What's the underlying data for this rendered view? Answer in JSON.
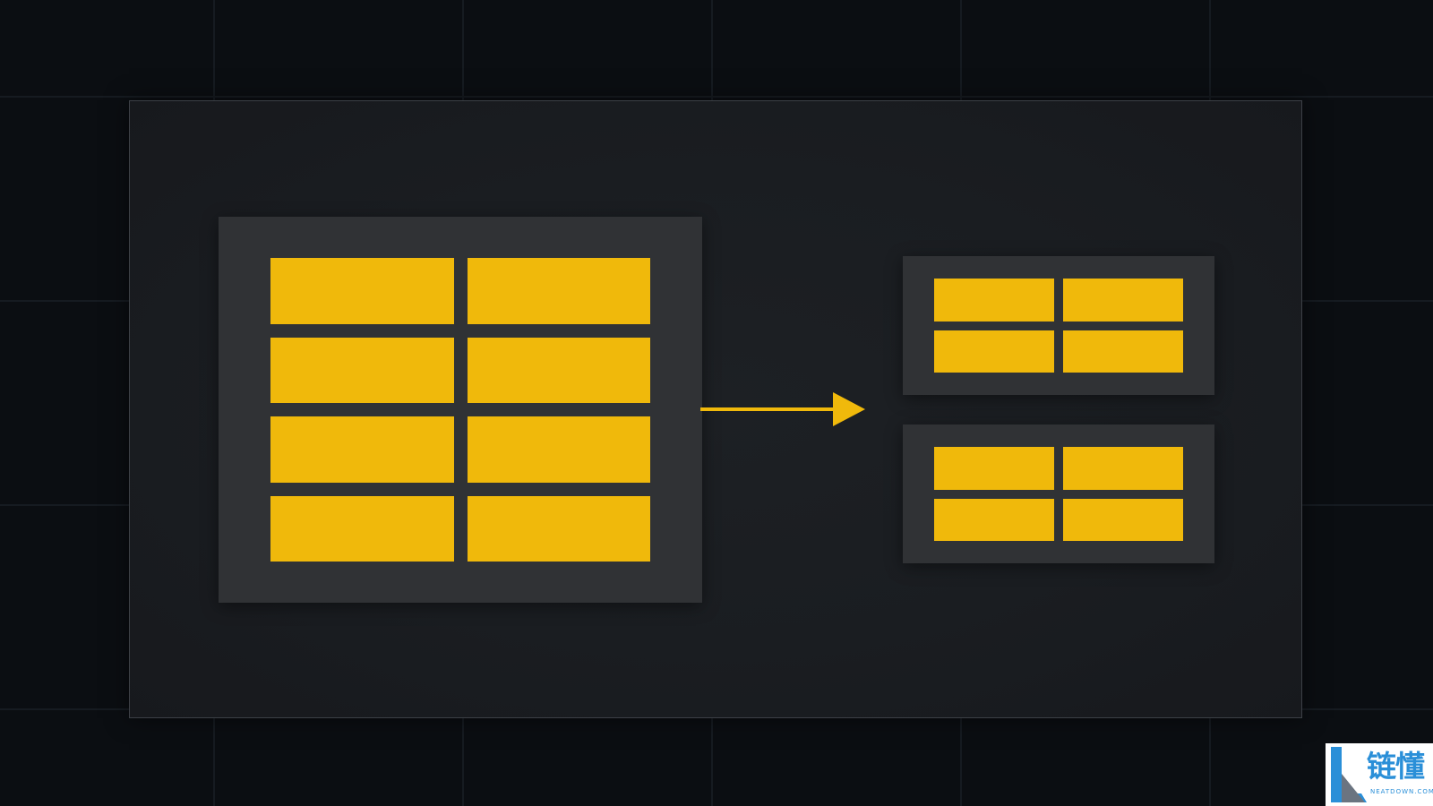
{
  "diagram": {
    "accent_color": "#f0b90b",
    "block_color": "#303235",
    "panel_color": "#1a1d21",
    "background_color": "#0b0e12",
    "source": {
      "rows": 4,
      "cols": 2
    },
    "targets": [
      {
        "rows": 2,
        "cols": 2
      },
      {
        "rows": 2,
        "cols": 2
      }
    ],
    "connector": "arrow-right"
  },
  "watermark": {
    "icon": "neatdown-logo",
    "text": "链懂",
    "subtext": "NEATDOWN.COM"
  }
}
